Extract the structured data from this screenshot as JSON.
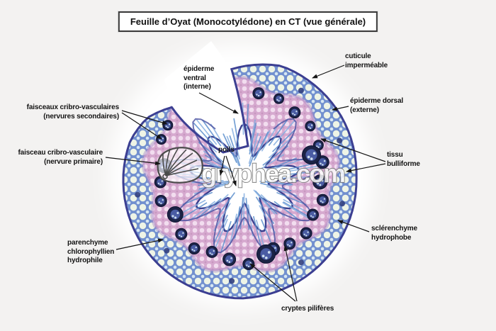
{
  "title": "Feuille d’Oyat (Monocotylédone) en CT (vue générale)",
  "watermark": "gryphea.com",
  "labels": {
    "cuticule": "cuticule\nimperméable",
    "epiderme_ventral": "épiderme\nventral\n(interne)",
    "epiderme_dorsal": "épiderme dorsal\n(externe)",
    "faisceaux_secondaires": "faisceaux cribro-vasculaires\n(nervures secondaires)",
    "faisceau_primaire": "faisceau cribro-vasculaire\n(nervure primaire)",
    "poils": "poils",
    "tissu_bulliforme": "tissu\nbulliforme",
    "sclerenchyme": "sclérenchyme\nhydrophobe",
    "parenchyme": "parenchyme\nchlorophyllien\nhydrophile",
    "cryptes_piliferes": "cryptes pilifères"
  },
  "colors": {
    "background": "#f3f2f1",
    "leader_line": "#151515",
    "rim": "#3c3f92",
    "outer_band_bg": "#7290cf",
    "outer_band_cell": "#eef4e6",
    "outer_band_cell2": "#d6e7f3",
    "pink_bg": "#d6a9cf",
    "pink_cell": "#f2ddef",
    "pink_cell2": "#c897c0",
    "transition_ring": "#a88cc8",
    "inner_epidermis": "#3a3f8e",
    "convolution": "#4b51a0",
    "bundle_dark": "#1c2346",
    "bundle_edge": "#0e1330",
    "bundle_mid": "#4a5ca3",
    "bundle_dot": "#cfe0ef",
    "hair": "#5d8fcc",
    "hair2": "#86afe0",
    "cavity": "#ffffff",
    "halo": "#ffffff"
  }
}
